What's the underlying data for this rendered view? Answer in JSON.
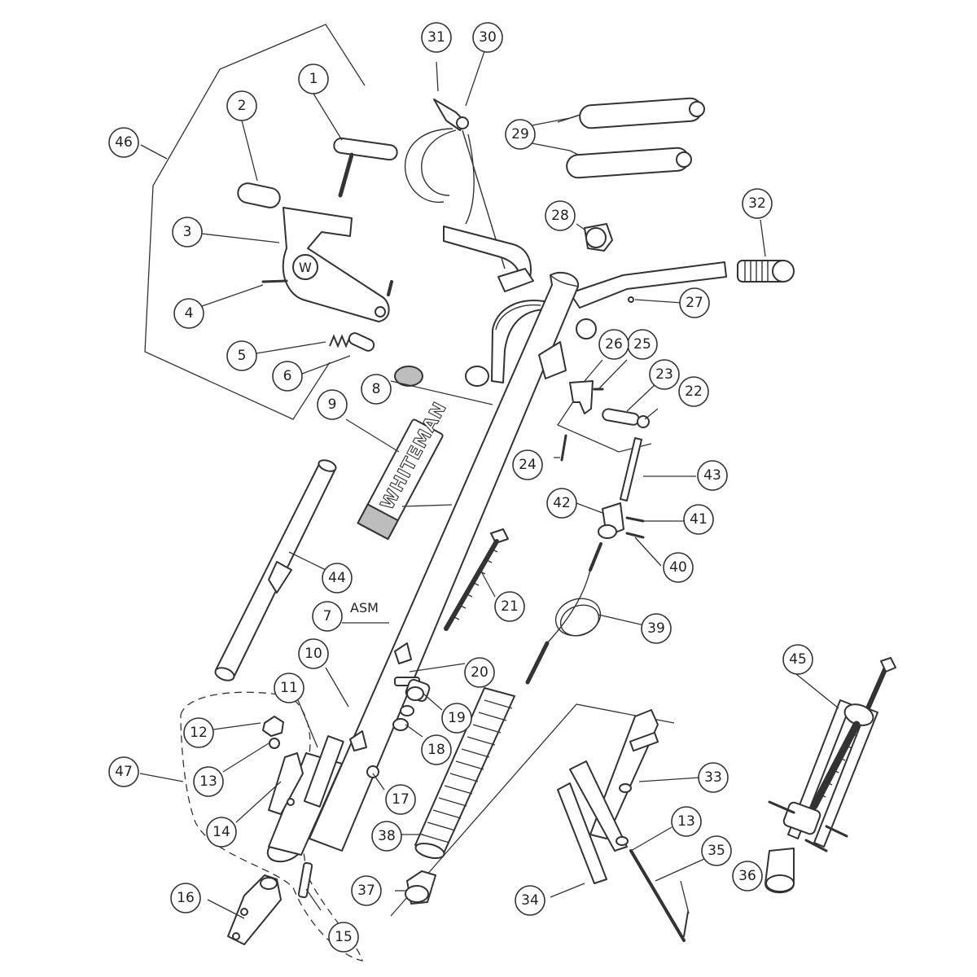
{
  "diagram": {
    "assembly_label": "ASM",
    "brand_decal_text": "WHITEMAN",
    "logo_letter": "W",
    "callouts": [
      {
        "id": "c1",
        "label": "1"
      },
      {
        "id": "c2",
        "label": "2"
      },
      {
        "id": "c3",
        "label": "3"
      },
      {
        "id": "c4",
        "label": "4"
      },
      {
        "id": "c5",
        "label": "5"
      },
      {
        "id": "c6",
        "label": "6"
      },
      {
        "id": "c7",
        "label": "7"
      },
      {
        "id": "c8",
        "label": "8"
      },
      {
        "id": "c9",
        "label": "9"
      },
      {
        "id": "c10",
        "label": "10"
      },
      {
        "id": "c11",
        "label": "11"
      },
      {
        "id": "c12",
        "label": "12"
      },
      {
        "id": "c13a",
        "label": "13"
      },
      {
        "id": "c13b",
        "label": "13"
      },
      {
        "id": "c14",
        "label": "14"
      },
      {
        "id": "c15",
        "label": "15"
      },
      {
        "id": "c16",
        "label": "16"
      },
      {
        "id": "c17",
        "label": "17"
      },
      {
        "id": "c18",
        "label": "18"
      },
      {
        "id": "c19",
        "label": "19"
      },
      {
        "id": "c20",
        "label": "20"
      },
      {
        "id": "c21",
        "label": "21"
      },
      {
        "id": "c22",
        "label": "22"
      },
      {
        "id": "c23",
        "label": "23"
      },
      {
        "id": "c24",
        "label": "24"
      },
      {
        "id": "c25",
        "label": "25"
      },
      {
        "id": "c26",
        "label": "26"
      },
      {
        "id": "c27",
        "label": "27"
      },
      {
        "id": "c28",
        "label": "28"
      },
      {
        "id": "c29",
        "label": "29"
      },
      {
        "id": "c30",
        "label": "30"
      },
      {
        "id": "c31",
        "label": "31"
      },
      {
        "id": "c32",
        "label": "32"
      },
      {
        "id": "c33",
        "label": "33"
      },
      {
        "id": "c34",
        "label": "34"
      },
      {
        "id": "c35",
        "label": "35"
      },
      {
        "id": "c36",
        "label": "36"
      },
      {
        "id": "c37",
        "label": "37"
      },
      {
        "id": "c38",
        "label": "38"
      },
      {
        "id": "c39",
        "label": "39"
      },
      {
        "id": "c40",
        "label": "40"
      },
      {
        "id": "c41",
        "label": "41"
      },
      {
        "id": "c42",
        "label": "42"
      },
      {
        "id": "c43",
        "label": "43"
      },
      {
        "id": "c44",
        "label": "44"
      },
      {
        "id": "c45",
        "label": "45"
      },
      {
        "id": "c46",
        "label": "46"
      },
      {
        "id": "c47",
        "label": "47"
      }
    ]
  }
}
